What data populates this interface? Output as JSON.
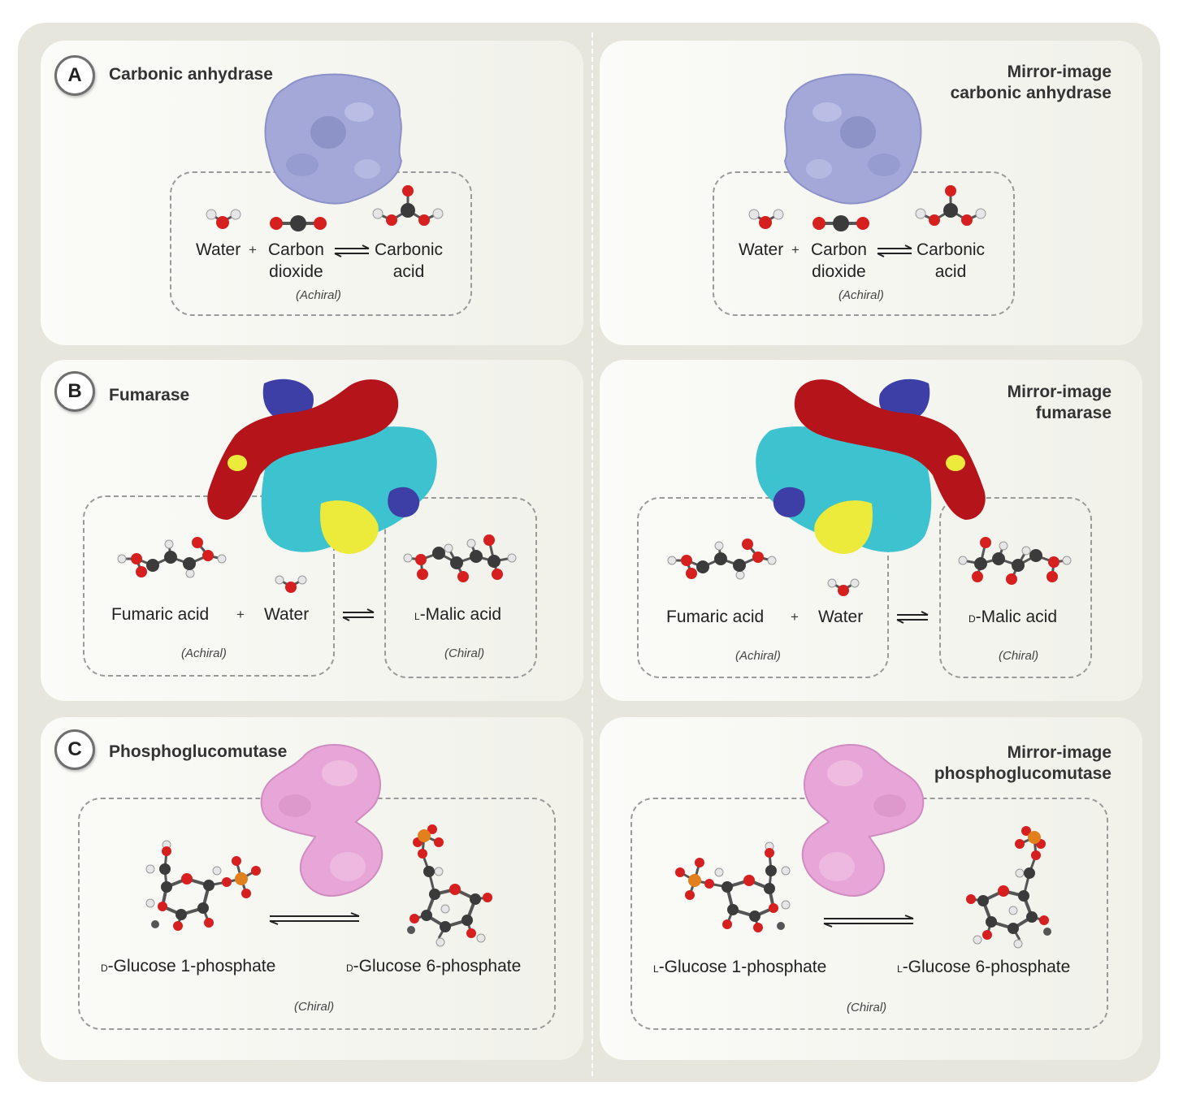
{
  "panels": {
    "a": {
      "letter": "A",
      "left_title": "Carbonic anhydrase",
      "right_title_line1": "Mirror-image",
      "right_title_line2": "carbonic anhydrase",
      "water": "Water",
      "plus": "+",
      "carbon_dioxide_line1": "Carbon",
      "carbon_dioxide_line2": "dioxide",
      "carbonic_acid_line1": "Carbonic",
      "carbonic_acid_line2": "acid",
      "note": "(Achiral)"
    },
    "b": {
      "letter": "B",
      "left_title": "Fumarase",
      "right_title_line1": "Mirror-image",
      "right_title_line2": "fumarase",
      "fumaric": "Fumaric acid",
      "plus": "+",
      "water": "Water",
      "left_product_prefix": "l",
      "right_product_prefix": "d",
      "product_suffix": "-Malic acid",
      "note_achiral": "(Achiral)",
      "note_chiral": "(Chiral)"
    },
    "c": {
      "letter": "C",
      "left_title": "Phosphoglucomutase",
      "right_title_line1": "Mirror-image",
      "right_title_line2": "phosphoglucomutase",
      "left_prefix": "d",
      "right_prefix": "l",
      "g1p_suffix": "-Glucose 1-phosphate",
      "g6p_suffix": "-Glucose 6-phosphate",
      "note": "(Chiral)"
    }
  },
  "colors": {
    "carbonic_anhydrase": "#a3a8d8",
    "fumarase_red": "#b5141a",
    "fumarase_cyan": "#3cc3cf",
    "fumarase_yellow": "#ecea3a",
    "fumarase_blue": "#3d3fa6",
    "phosphoglucomutase": "#e8a6d8",
    "atom_carbon": "#3b3b3b",
    "atom_oxygen": "#d62020",
    "atom_hydrogen": "#e6e6e6",
    "atom_phosphorus": "#e3801e"
  }
}
